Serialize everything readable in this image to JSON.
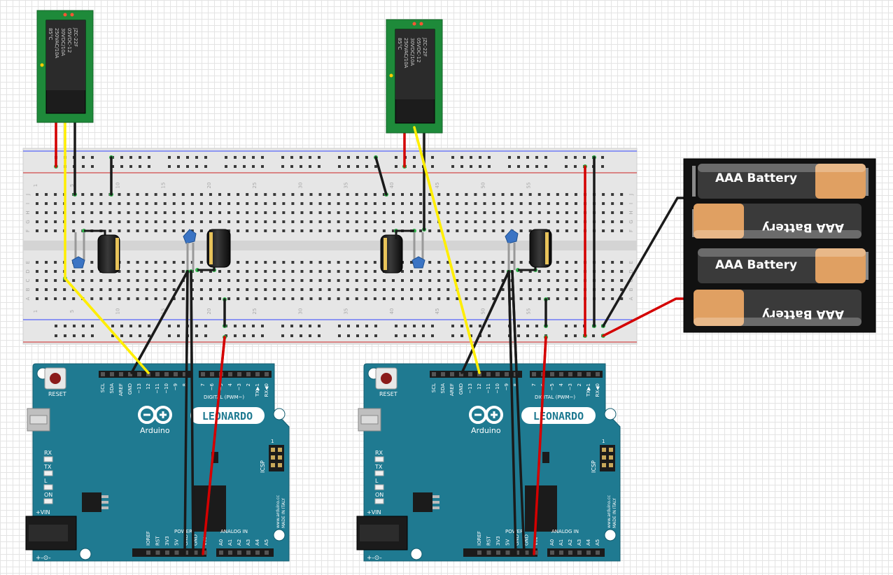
{
  "relays": [
    {
      "lines": [
        "JZC-22F",
        "05VDC-12",
        "30VDC/10A",
        "250VAC/10A",
        "85°C"
      ]
    },
    {
      "lines": [
        "JZC-22F",
        "05VDC-12",
        "30VDC/10A",
        "250VAC/10A",
        "85°C"
      ]
    }
  ],
  "breadboard": {
    "col_numbers": [
      "1",
      "5",
      "10",
      "15",
      "20",
      "25",
      "30",
      "35",
      "40",
      "45",
      "50",
      "55"
    ],
    "row_letters_top": [
      "J",
      "I",
      "H",
      "G",
      "F"
    ],
    "row_letters_bottom": [
      "E",
      "D",
      "C",
      "B",
      "A"
    ]
  },
  "battery_pack": {
    "cells": [
      {
        "label": "AAA Battery",
        "flipped": false
      },
      {
        "label": "AAA Battery",
        "flipped": true
      },
      {
        "label": "AAA Battery",
        "flipped": false
      },
      {
        "label": "AAA Battery",
        "flipped": true
      }
    ]
  },
  "arduinos": [
    {
      "brand": "Arduino",
      "model": "LEONARDO",
      "reset_label": "RESET",
      "digital_header_left": [
        "SCL",
        "SDA",
        "AREF",
        "GND",
        "~13",
        "12",
        "~11",
        "~10",
        "~9",
        "8"
      ],
      "digital_header_right": [
        "7",
        "~6",
        "~5",
        "4",
        "~3",
        "2",
        "TX▶1",
        "RX◀0"
      ],
      "digital_label": "DIGITAL (PWM~)",
      "leds": [
        "RX",
        "TX",
        "L",
        "ON"
      ],
      "icsp_label": "ICSP",
      "icsp_pin": "1",
      "vin_label": "+VIN",
      "power_pins": [
        "IOREF",
        "RST",
        "3V3",
        "5V",
        "GND",
        "GND",
        "VIN"
      ],
      "power_label": "POWER",
      "analog_pins": [
        "A0",
        "A1",
        "A2",
        "A3",
        "A4",
        "A5"
      ],
      "analog_label": "ANALOG IN",
      "website": "www.arduino.cc",
      "made_in": "MADE IN ITALY"
    },
    {
      "brand": "Arduino",
      "model": "LEONARDO",
      "reset_label": "RESET",
      "digital_header_left": [
        "SCL",
        "SDA",
        "AREF",
        "GND",
        "~13",
        "12",
        "~11",
        "~10",
        "~9",
        "8"
      ],
      "digital_header_right": [
        "7",
        "~6",
        "~5",
        "4",
        "~3",
        "2",
        "TX▶1",
        "RX◀0"
      ],
      "digital_label": "DIGITAL (PWM~)",
      "leds": [
        "RX",
        "TX",
        "L",
        "ON"
      ],
      "icsp_label": "ICSP",
      "icsp_pin": "1",
      "vin_label": "+VIN",
      "power_pins": [
        "IOREF",
        "RST",
        "3V3",
        "5V",
        "GND",
        "GND",
        "VIN"
      ],
      "power_label": "POWER",
      "analog_pins": [
        "A0",
        "A1",
        "A2",
        "A3",
        "A4",
        "A5"
      ],
      "analog_label": "ANALOG IN",
      "website": "www.arduino.cc",
      "made_in": "MADE IN ITALY"
    }
  ],
  "colors": {
    "wire_red": "#d40000",
    "wire_black": "#1a1a1a",
    "wire_yellow": "#ffee00",
    "arduino_teal": "#1f7a91",
    "relay_green": "#1e8a3a",
    "breadboard": "#e6e6e6"
  }
}
